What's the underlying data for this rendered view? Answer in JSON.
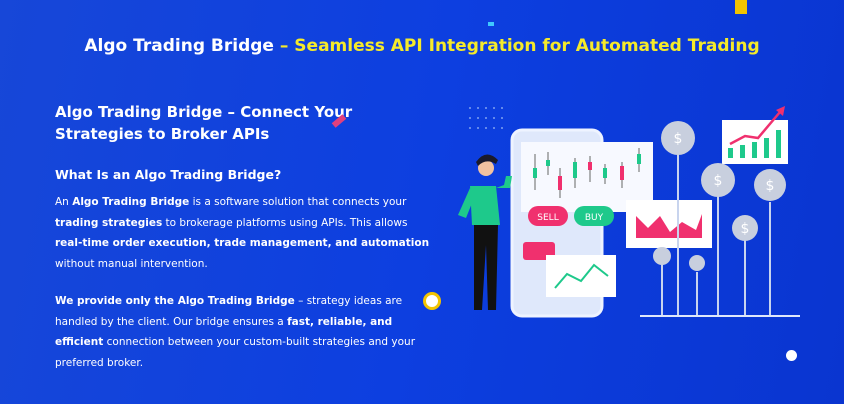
{
  "header": {
    "title_white": "Algo Trading Bridge",
    "title_yellow": " – Seamless API Integration for Automated Trading"
  },
  "main": {
    "heading": "Algo Trading Bridge – Connect Your Strategies to Broker APIs",
    "subheading": "What Is an Algo Trading Bridge?",
    "p1": {
      "a": "An ",
      "b": "Algo Trading Bridge",
      "c": " is a software solution that connects your ",
      "d": "trading strategies",
      "e": " to brokerage platforms using APIs. This allows ",
      "f": "real-time order execution, trade management, and automation",
      "g": " without manual intervention."
    },
    "p2": {
      "a": "We provide only the Algo Trading Bridge",
      "b": " – strategy ideas are handled by the client. Our bridge ensures a ",
      "c": "fast, reliable, and efficient",
      "d": " connection between your custom-built strategies and your preferred broker."
    }
  },
  "illustration": {
    "sell_label": "SELL",
    "buy_label": "BUY",
    "currency_symbol": "$"
  },
  "colors": {
    "accent_yellow": "#f5ea2a",
    "sell": "#f0306e",
    "buy": "#1ec98b"
  }
}
